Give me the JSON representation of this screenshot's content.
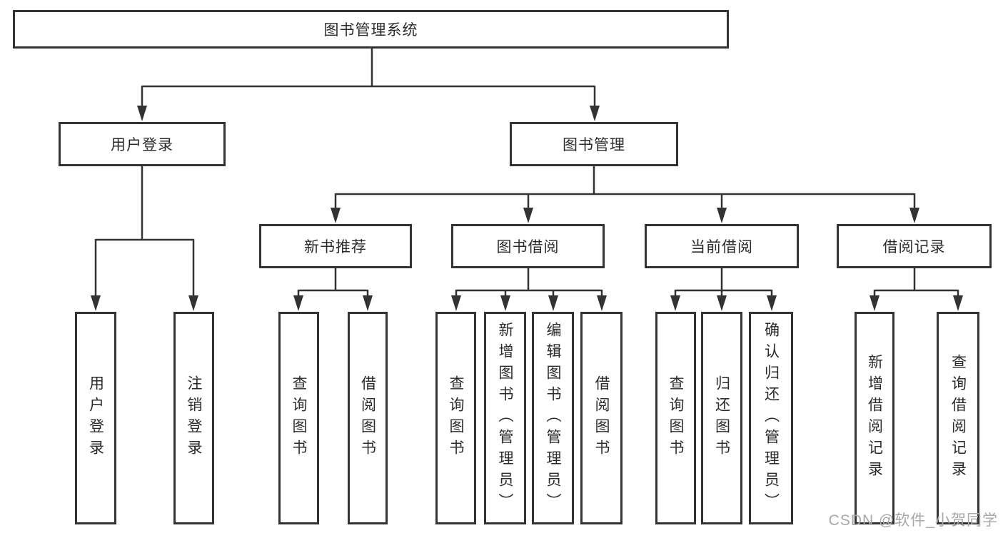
{
  "diagram": {
    "title": "图书管理系统",
    "branches": [
      {
        "label": "用户登录",
        "children": [
          "用户登录",
          "注销登录"
        ]
      },
      {
        "label": "图书管理",
        "children": [
          {
            "label": "新书推荐",
            "children": [
              "查询图书",
              "借阅图书"
            ]
          },
          {
            "label": "图书借阅",
            "children": [
              "查询图书",
              "新增图书（管理员）",
              "编辑图书（管理员）",
              "借阅图书"
            ]
          },
          {
            "label": "当前借阅",
            "children": [
              "查询图书",
              "归还图书",
              "确认归还（管理员）"
            ]
          },
          {
            "label": "借阅记录",
            "children": [
              "新增借阅记录",
              "查询借阅记录"
            ]
          }
        ]
      }
    ]
  },
  "watermark": {
    "text": "CSDN @软件_小贺同学"
  },
  "colors": {
    "line": "#333333",
    "text": "#2b2b2b",
    "watermark": "#a8a8a8",
    "background": "#ffffff"
  }
}
